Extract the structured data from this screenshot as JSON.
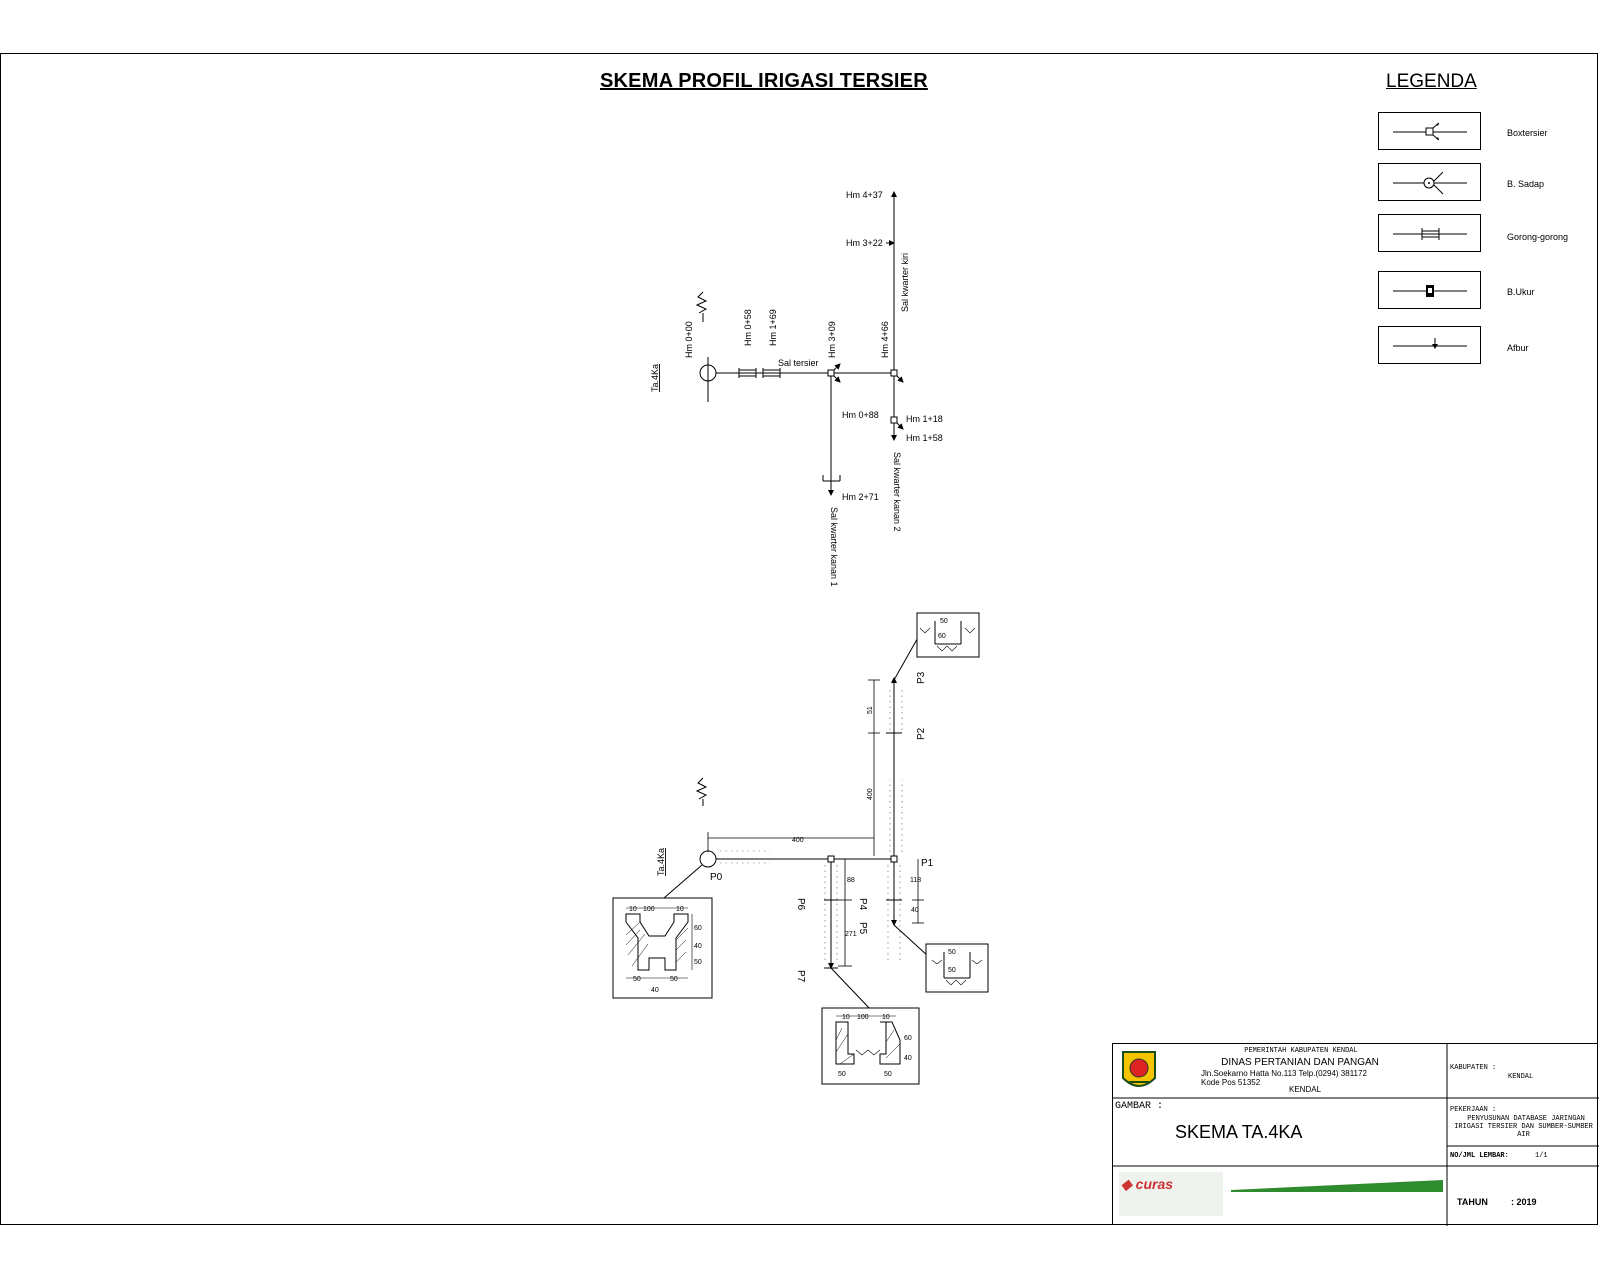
{
  "title": "SKEMA PROFIL IRIGASI TERSIER",
  "legend": {
    "title": "LEGENDA",
    "items": [
      {
        "label": "Boxtersier",
        "icon": "box-tersier-icon"
      },
      {
        "label": "B. Sadap",
        "icon": "bangunan-sadap-icon"
      },
      {
        "label": "Gorong-gorong",
        "icon": "gorong-gorong-icon"
      },
      {
        "label": "B.Ukur",
        "icon": "bangunan-ukur-icon"
      },
      {
        "label": "Afbur",
        "icon": "afbur-icon"
      }
    ]
  },
  "schema": {
    "source": "Ta.4Ka",
    "stations": {
      "hm000": "Hm 0+00",
      "hm058": "Hm 0+58",
      "hm169": "Hm 1+69",
      "hm309": "Hm 3+09",
      "hm466": "Hm 4+66",
      "hm437": "Hm 4+37",
      "hm322": "Hm 3+22",
      "hm088": "Hm 0+88",
      "hm271": "Hm 2+71",
      "hm118": "Hm 1+18",
      "hm158": "Hm 1+58"
    },
    "channels": {
      "tersier": "Sal tersier",
      "kwarter_kiri": "Sal kwarter kiri",
      "kwarter_kanan1": "Sal kwarter kanan 1",
      "kwarter_kanan2": "Sal kwarter kanan 2"
    }
  },
  "profile": {
    "source": "Ta.4Ka",
    "points": [
      "P0",
      "P1",
      "P2",
      "P3",
      "P4",
      "P5",
      "P6",
      "P7"
    ],
    "dims": {
      "d400h": "400",
      "d400v": "400",
      "d51": "51",
      "d88": "88",
      "d271": "271",
      "d118": "118",
      "d40": "40"
    },
    "sections": {
      "c100": "100",
      "c10": "10",
      "c60": "60",
      "c40": "40",
      "c50": "50"
    }
  },
  "title_block": {
    "agency1": "PEMERINTAH KABUPATEN KENDAL",
    "agency2": "DINAS PERTANIAN DAN PANGAN",
    "address1": "Jln.Soekarno Hatta No.113 Telp.(0294) 381172",
    "address2": "Kode Pos 51352",
    "city": "KENDAL",
    "gambar_label": "GAMBAR :",
    "gambar_value": "SKEMA TA.4KA",
    "kabupaten_label": "KABUPATEN :",
    "kabupaten_value": "KENDAL",
    "pekerjaan_label": "PEKERJAAN :",
    "pekerjaan_value1": "PENYUSUNAN DATABASE JARINGAN",
    "pekerjaan_value2": "IRIGASI TERSIER DAN SUMBER-SUMBER",
    "pekerjaan_value3": "AIR",
    "lembar_label": "NO/JML LEMBAR:",
    "lembar_value": "1/1",
    "tahun_label": "TAHUN",
    "tahun_value": ": 2019",
    "consultant_logo_text": "curas"
  }
}
